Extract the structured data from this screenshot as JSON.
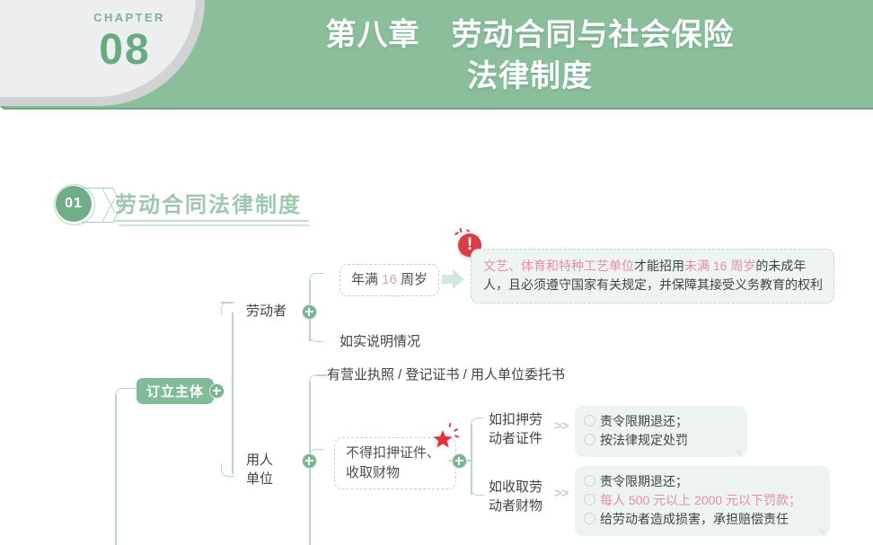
{
  "header": {
    "chapter_label": "CHAPTER",
    "chapter_number": "08",
    "title_line1": "第八章　劳动合同与社会保险",
    "title_line2": "法律制度",
    "band_color": "#8bbf9c",
    "tab_color": "#eceef0",
    "number_color": "#68ab83"
  },
  "section": {
    "index": "01",
    "title": "劳动合同法律制度",
    "accent_color": "#9ec7ad"
  },
  "mindmap": {
    "root": {
      "label": "订立主体",
      "pill_color": "#82bb97"
    },
    "branches": [
      {
        "label": "劳动者",
        "children": [
          {
            "label_prefix": "年满 ",
            "label_num": "16",
            "label_suffix": " 周岁",
            "style": "dashed-box"
          },
          {
            "label": "如实说明情况",
            "style": "plain"
          }
        ],
        "callout": {
          "icon": "exclamation-badge",
          "seg1": "文艺、体育和特种工艺单位",
          "seg2": "才能招用",
          "seg3": "未满 16 周岁",
          "seg4": "的未成年人，且必须遵守国家有关规定，并保障其接受义务教育的权利",
          "highlight_color": "#e48ea5"
        }
      },
      {
        "label_line1": "用人",
        "label_line2": "单位",
        "children": [
          {
            "label": "有营业执照 / 登记证书 / 用人单位委托书",
            "style": "plain"
          },
          {
            "label_line1": "不得扣押证件、",
            "label_line2": "收取财物",
            "style": "dashed-box",
            "badge": "red-star"
          }
        ],
        "sub_items": [
          {
            "label_line1": "如扣押劳",
            "label_line2": "动者证件",
            "connector": ">>",
            "callout_lines": [
              {
                "text": "责令限期退还；",
                "color": "#3f4347"
              },
              {
                "text": "按法律规定处罚",
                "color": "#3f4347"
              }
            ]
          },
          {
            "label_line1": "如收取劳",
            "label_line2": "动者财物",
            "connector": ">>",
            "callout_lines": [
              {
                "text": "责令限期退还；",
                "color": "#3f4347"
              },
              {
                "text": "每人 500 元以上 2000 元以下罚款；",
                "color": "#e48ea5"
              },
              {
                "text": "给劳动者造成损害，承担赔偿责任",
                "color": "#3f4347"
              }
            ]
          }
        ]
      }
    ]
  }
}
